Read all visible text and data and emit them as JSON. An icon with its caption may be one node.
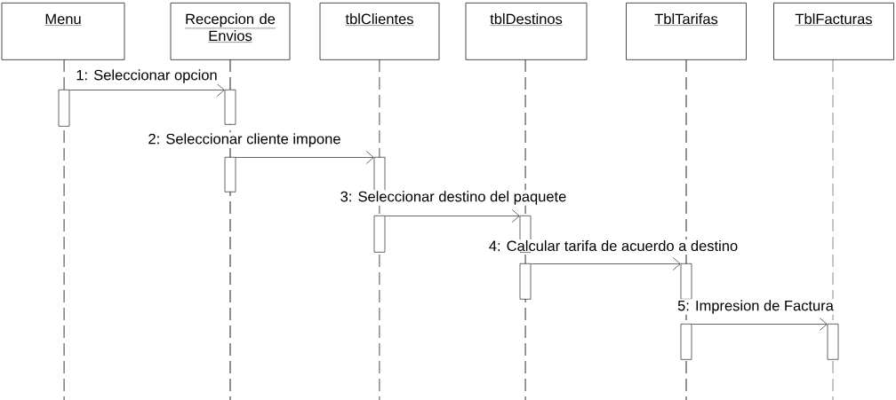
{
  "diagram": {
    "nodes": [
      {
        "text": [
          "Menu"
        ]
      },
      {
        "text": [
          "Recepcion de Envios"
        ]
      },
      {
        "text": [
          "tblClientes"
        ]
      },
      {
        "text": [
          "tblDestinos"
        ]
      },
      {
        "text": [
          "TblTarifas"
        ]
      },
      {
        "text": [
          "TblFacturas"
        ]
      },
      {
        "text": [],
        "shape": "bar"
      },
      {
        "text": [],
        "shape": "bar"
      },
      {
        "text": [],
        "shape": "bar"
      },
      {
        "text": [],
        "shape": "bar"
      },
      {
        "text": [],
        "shape": "bar"
      },
      {
        "text": [],
        "shape": "bar"
      },
      {
        "text": [],
        "shape": "bar"
      },
      {
        "text": [],
        "shape": "bar"
      },
      {
        "text": [],
        "shape": "bar"
      },
      {
        "text": [],
        "shape": "bar"
      }
    ],
    "edges": [
      {
        "from": 6,
        "to": 7,
        "arrow": "to",
        "label": "1: Seleccionar opcion"
      },
      {
        "from": 8,
        "to": 9,
        "arrow": "to",
        "label": "2: Seleccionar cliente impone"
      },
      {
        "from": 10,
        "to": 11,
        "arrow": "to",
        "label": "3: Seleccionar destino del paquete"
      },
      {
        "from": 12,
        "to": 13,
        "arrow": "to",
        "label": "4: Calcular tarifa de acuerdo a destino"
      },
      {
        "from": 14,
        "to": 15,
        "arrow": "to",
        "label": "5: Impresion de Factura"
      }
    ]
  }
}
